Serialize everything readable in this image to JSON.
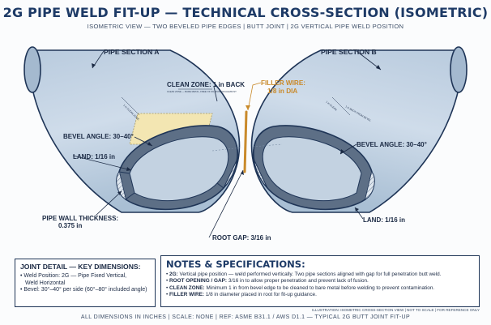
{
  "header": {
    "title": "2G PIPE WELD FIT-UP — TECHNICAL CROSS-SECTION (ISOMETRIC)",
    "subtitle": "ISOMETRIC VIEW — TWO BEVELED PIPE EDGES | BUTT JOINT | 2G VERTICAL PIPE WELD POSITION"
  },
  "labels": {
    "pipe_a": "PIPE SECTION A",
    "pipe_b": "PIPE SECTION B",
    "clean_zone": "CLEAN ZONE: 1 in BACK",
    "clean_zone_sub": "CLEAN ZONE — BARE METAL, FREE OF OIL/PAINT/SCALE/RUST",
    "filler_wire_1": "FILLER WIRE:",
    "filler_wire_2": "1/8 in DIA",
    "bevel_left": "BEVEL ANGLE: 30–40°",
    "bevel_right": "BEVEL ANGLE: 30–40°",
    "land_left": "LAND: 1/16 in",
    "land_right": "LAND: 1/16 in",
    "wall_1": "PIPE WALL THICKNESS:",
    "wall_2": "0.375 in",
    "root_gap": "ROOT GAP: 3/16 in",
    "clean_dim_left": "1 in CLEAN ZONE",
    "clean_dim_right_1": "1 in CLEAN",
    "clean_dim_right_2": "1 in BACK FROM BEVEL"
  },
  "colors": {
    "pipe_fill": "#c7d6e4",
    "pipe_dark": "#8ea8c1",
    "clean_zone": "#f3e6b2",
    "wire": "#c98a2b",
    "navy": "#1d3a66"
  },
  "joint_detail": {
    "title": "JOINT DETAIL — KEY DIMENSIONS:",
    "items": [
      "• Weld Position: 2G — Pipe Fixed Vertical,",
      "   Weld Horizontal",
      "• Bevel: 30°–40° per side (60°–80° included angle)"
    ]
  },
  "notes": {
    "title": "NOTES & SPECIFICATIONS:",
    "items": [
      {
        "key": "2G:",
        "text": "Vertical pipe position — weld performed vertically. Two pipe sections aligned with gap for full penetration butt weld."
      },
      {
        "key": "ROOT OPENING / GAP:",
        "text": "3/16 in to allow proper penetration and prevent lack of fusion."
      },
      {
        "key": "CLEAN ZONE:",
        "text": "Minimum 1 in from bevel edge to be cleaned to bare metal before welding to prevent contamination."
      },
      {
        "key": "FILLER WIRE:",
        "text": "1/8 in diameter placed in root for fit-up guidance."
      }
    ]
  },
  "illustration_note": "ILLUSTRATION: ISOMETRIC CROSS-SECTION VIEW | NOT TO SCALE | FOR REFERENCE ONLY",
  "footer": "ALL DIMENSIONS IN INCHES | SCALE: NONE | REF: ASME B31.1 / AWS D1.1 — TYPICAL 2G BUTT JOINT FIT-UP"
}
